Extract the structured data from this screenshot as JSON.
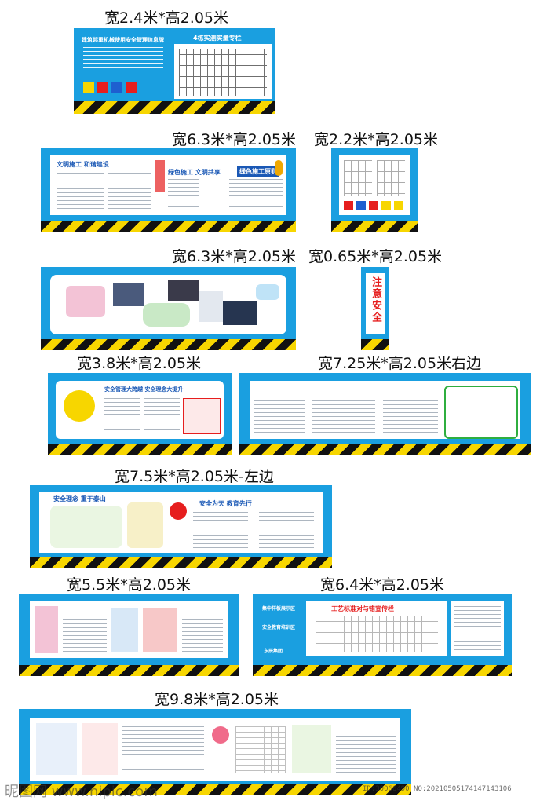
{
  "boards": [
    {
      "label": "宽2.4米*高2.05米",
      "panels": [
        "建筑起重机械使用安全管理信息牌",
        "4栋实测实量专栏"
      ]
    },
    {
      "label": "宽6.3米*高2.05米",
      "headings": [
        "文明施工 和谐建设",
        "绿色施工 文明共享",
        "绿色施工原则"
      ]
    },
    {
      "label": "宽2.2米*高2.05米"
    },
    {
      "label": "宽6.3米*高2.05米"
    },
    {
      "label": "宽0.65米*高2.05米",
      "text": "注意安全"
    },
    {
      "label": "宽3.8米*高2.05米",
      "headings": [
        "安全管理大跨越 安全理念大提升"
      ]
    },
    {
      "label": "宽7.25米*高2.05米右边"
    },
    {
      "label": "宽7.5米*高2.05米-左边",
      "headings": [
        "安全理念 重于泰山",
        "安全为天 教育先行"
      ]
    },
    {
      "label": "宽5.5米*高2.05米"
    },
    {
      "label": "宽6.4米*高2.05米",
      "headings": [
        "集中样板展示区",
        "安全教育培训区",
        "工艺标准对与错宣传栏",
        "东辰集团"
      ]
    },
    {
      "label": "宽9.8米*高2.05米"
    }
  ],
  "watermark": {
    "site": "昵图网 www.nipic.com",
    "id": "ID:30066490 NO:20210505174147143106"
  }
}
